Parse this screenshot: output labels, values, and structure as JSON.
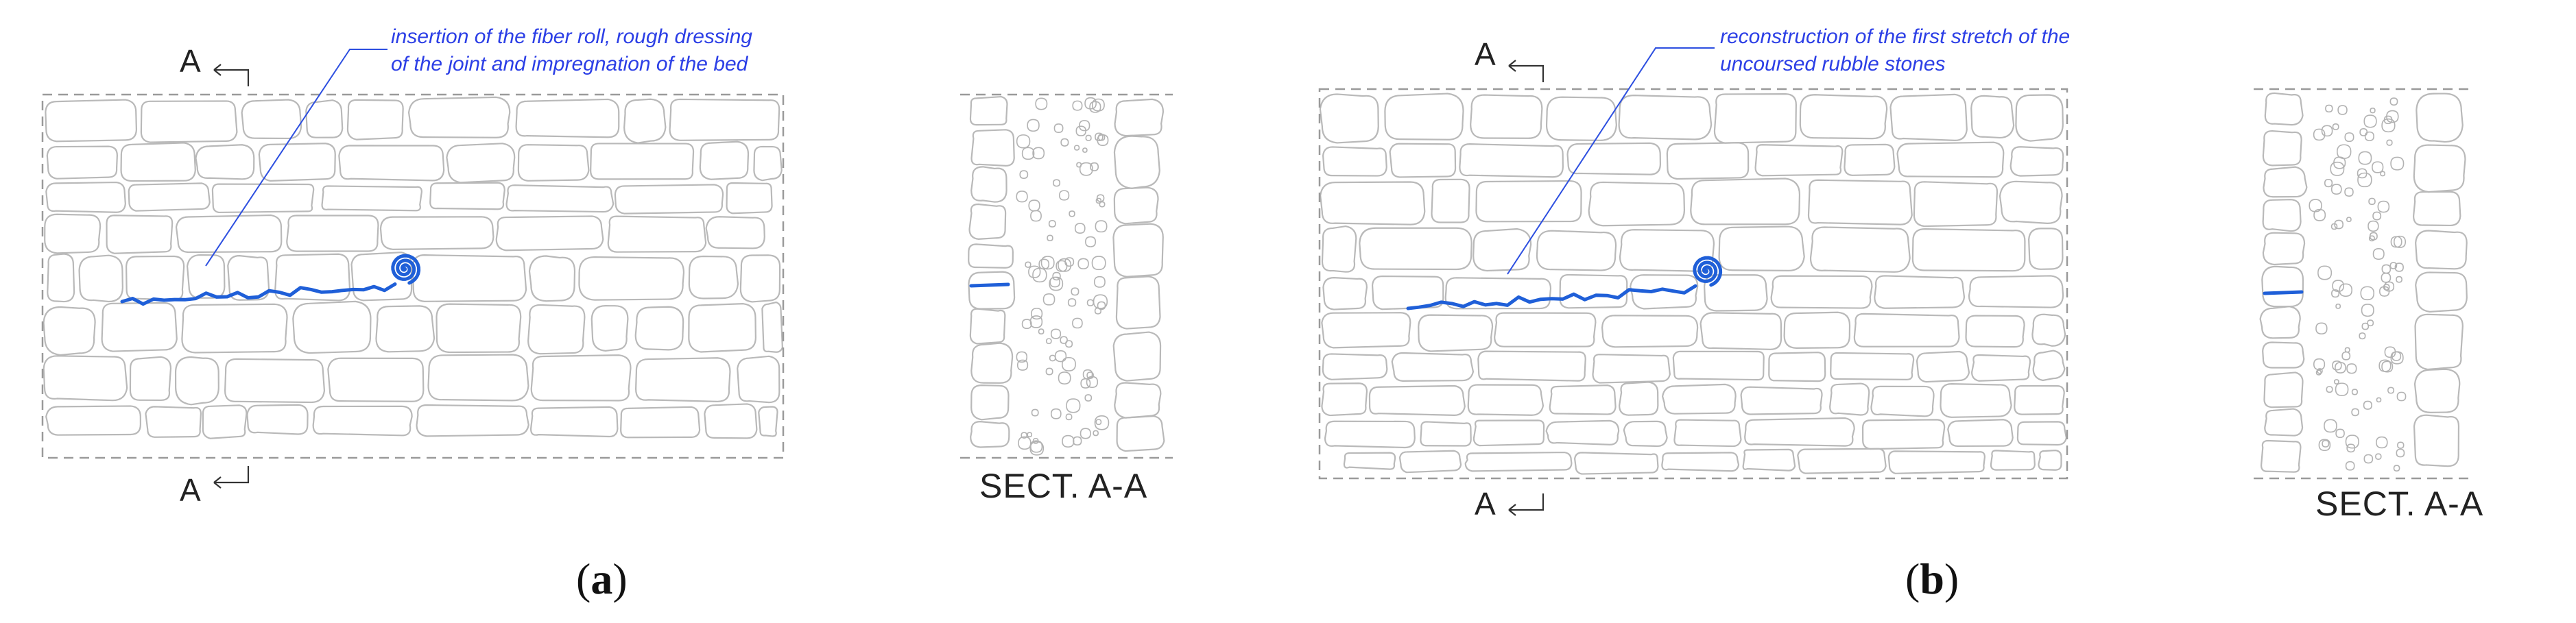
{
  "panels": [
    {
      "id": "a",
      "annotation_line1": "insertion of the fiber roll, rough dressing",
      "annotation_line2": "of the joint and impregnation of the bed",
      "section_mark_top": "A",
      "section_mark_bottom": "A",
      "section_label": "SECT. A-A",
      "caption_open": "(",
      "caption_letter": "a",
      "caption_close": ")"
    },
    {
      "id": "b",
      "annotation_line1": "reconstruction of the first stretch of the",
      "annotation_line2": "uncoursed rubble stones",
      "section_mark_top": "A",
      "section_mark_bottom": "A",
      "section_label": "SECT. A-A",
      "caption_open": "(",
      "caption_letter": "b",
      "caption_close": ")"
    }
  ],
  "colors": {
    "annotation": "#2c3fe6",
    "intervention_line": "#1f5fd8",
    "stone_outline": "#b9b9b9"
  }
}
